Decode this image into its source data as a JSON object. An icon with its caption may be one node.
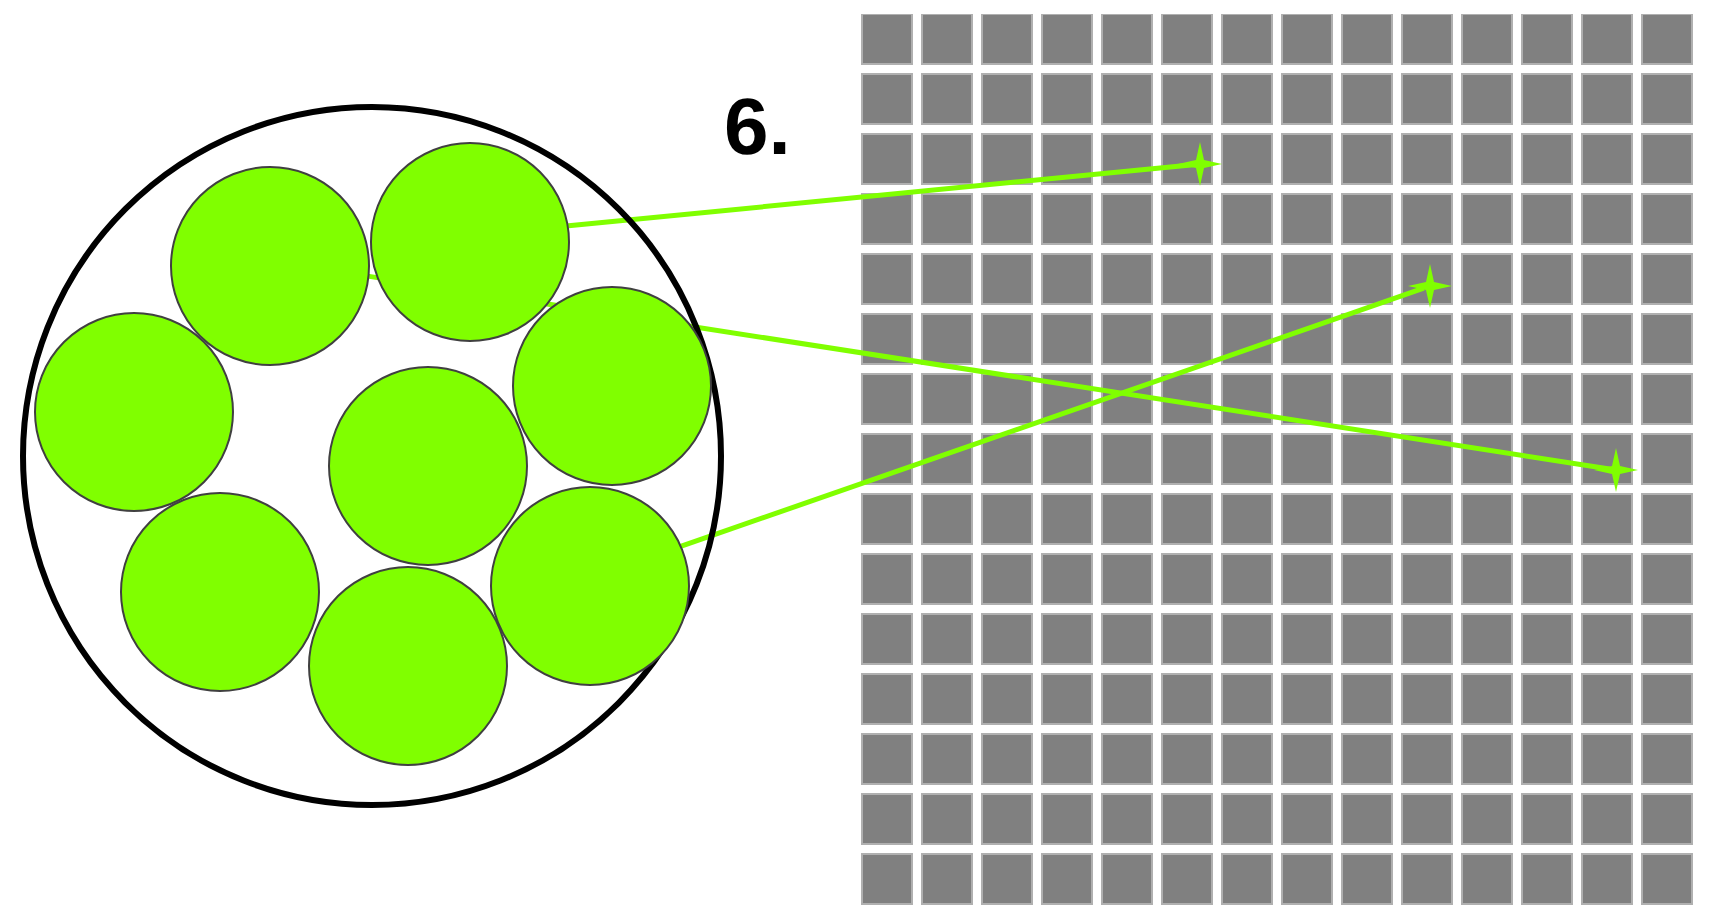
{
  "diagram": {
    "nodes": [
      {
        "text": [],
        "shape": "circle"
      },
      {
        "text": [],
        "shape": "circle",
        "in": 0
      },
      {
        "text": [],
        "shape": "circle",
        "in": 0
      },
      {
        "text": [],
        "shape": "circle",
        "in": 0
      },
      {
        "text": [],
        "shape": "circle",
        "in": 0
      },
      {
        "text": [],
        "shape": "circle",
        "in": 0
      },
      {
        "text": [],
        "shape": "circle",
        "in": 0
      },
      {
        "text": [],
        "shape": "circle",
        "in": 0
      },
      {
        "text": [],
        "shape": "circle",
        "in": 0
      },
      {
        "text": [],
        "shape": "star"
      },
      {
        "text": [],
        "shape": "star"
      },
      {
        "text": [],
        "shape": "star"
      }
    ],
    "edges": [
      {
        "from": 1,
        "to": 9,
        "arrow": "none"
      },
      {
        "from": 2,
        "to": 11,
        "arrow": "none"
      },
      {
        "from": 6,
        "to": 10,
        "arrow": "none"
      }
    ],
    "labels": [
      "6."
    ]
  }
}
